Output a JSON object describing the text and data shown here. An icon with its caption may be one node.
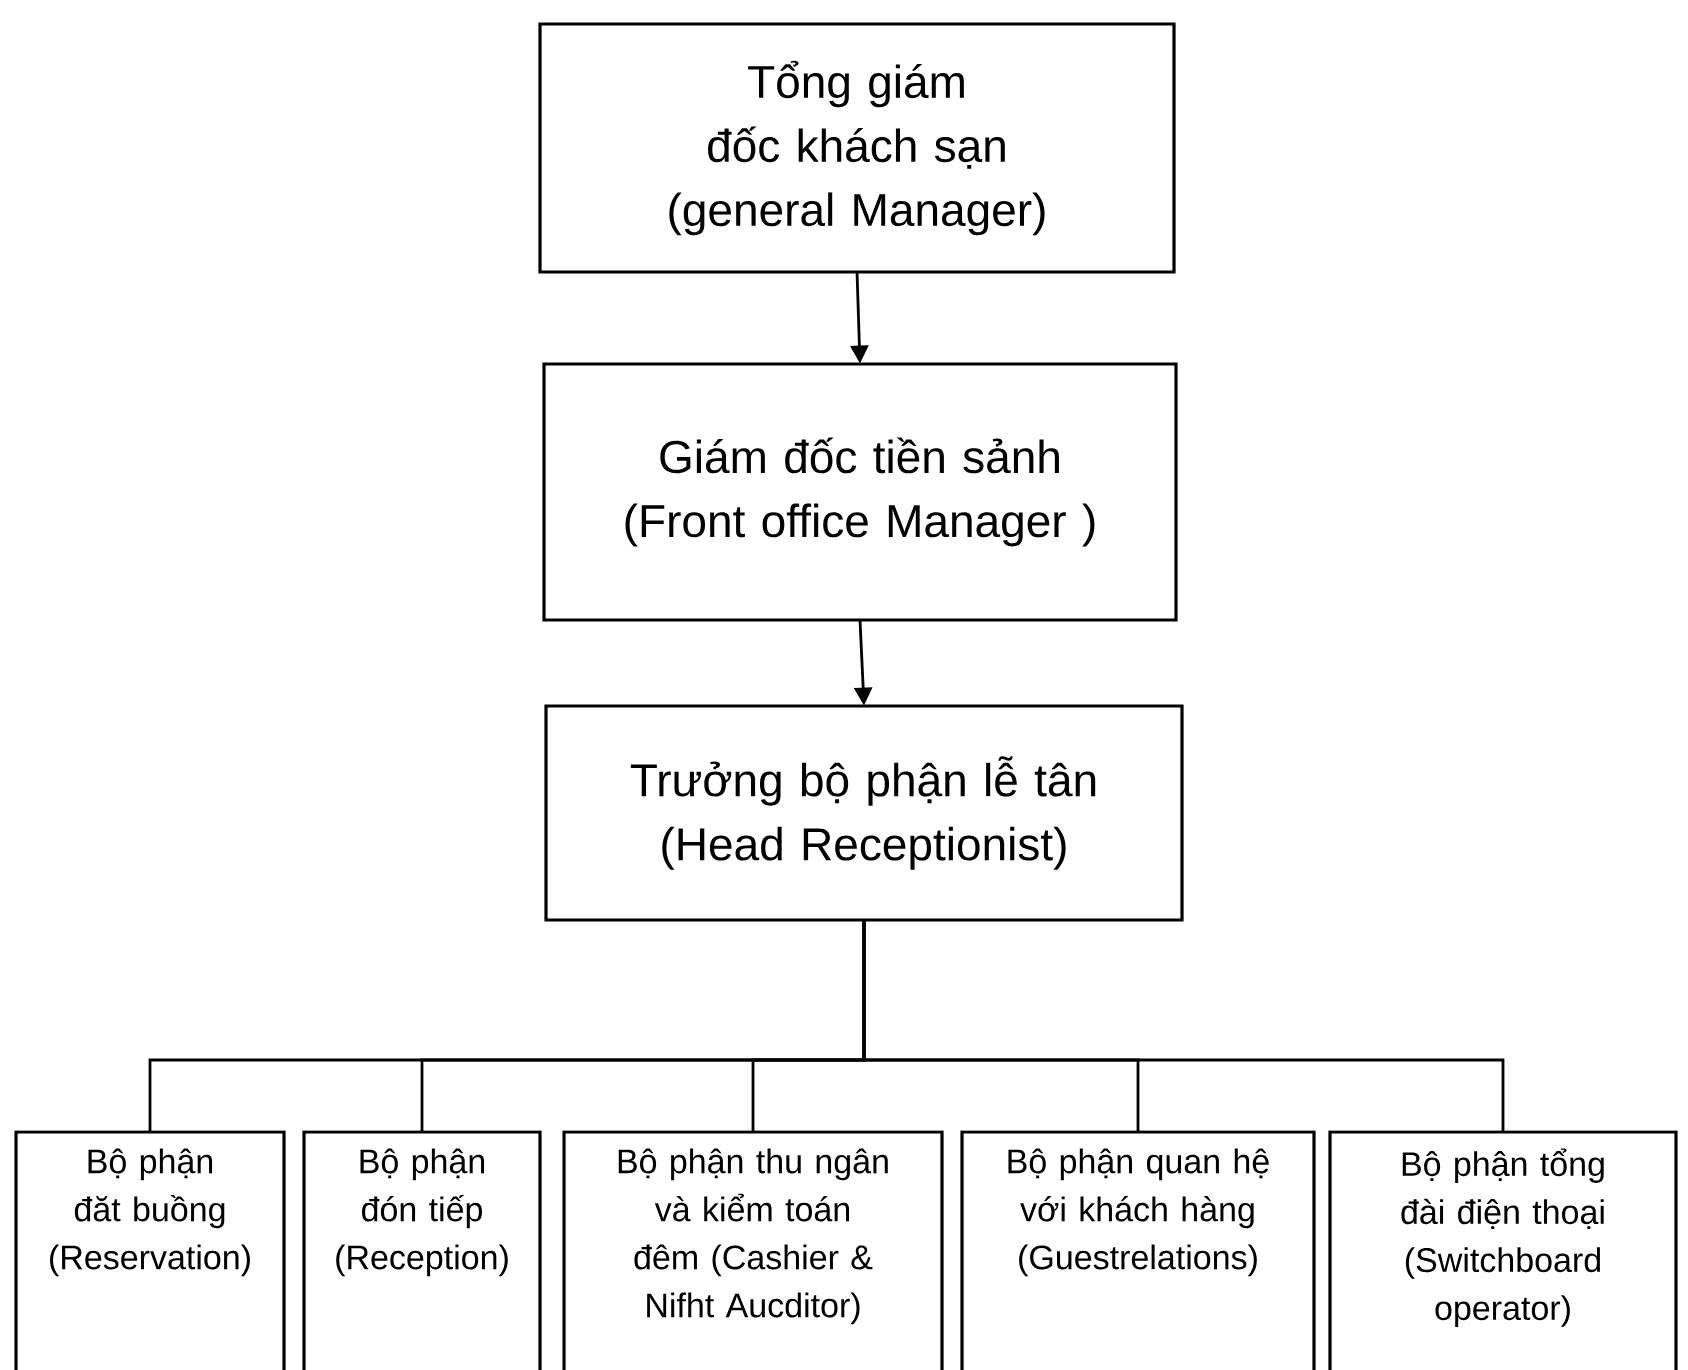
{
  "diagram": {
    "nodes": [
      {
        "text": [
          "Tổng giám đốc khách sạn (general Manager)"
        ]
      },
      {
        "text": [
          "Giám đốc tiền sảnh (Front office Manager )"
        ]
      },
      {
        "text": [
          "Trưởng bộ phận lễ tân (Head Receptionist)"
        ]
      },
      {
        "text": [
          "Bộ phận đăt buồng (Reservation)"
        ]
      },
      {
        "text": [
          "Bộ phận đón tiếp (Reception)"
        ]
      },
      {
        "text": [
          "Bộ phận thu ngân và kiểm toán đêm (Cashier & Nifht Aucditor)"
        ]
      },
      {
        "text": [
          "Bộ phận quan hệ với khách hàng (Guestrelations)"
        ]
      },
      {
        "text": [
          "Bộ phận tổng đài điện thoại (Switchboard operator)"
        ]
      }
    ],
    "edges": [
      {
        "from": 0,
        "to": 1,
        "arrow": "to"
      },
      {
        "from": 1,
        "to": 2,
        "arrow": "to"
      },
      {
        "from": 2,
        "to": 3,
        "arrow": "none"
      },
      {
        "from": 2,
        "to": 4,
        "arrow": "none"
      },
      {
        "from": 2,
        "to": 5,
        "arrow": "none"
      },
      {
        "from": 2,
        "to": 6,
        "arrow": "none"
      },
      {
        "from": 2,
        "to": 7,
        "arrow": "none"
      }
    ]
  }
}
